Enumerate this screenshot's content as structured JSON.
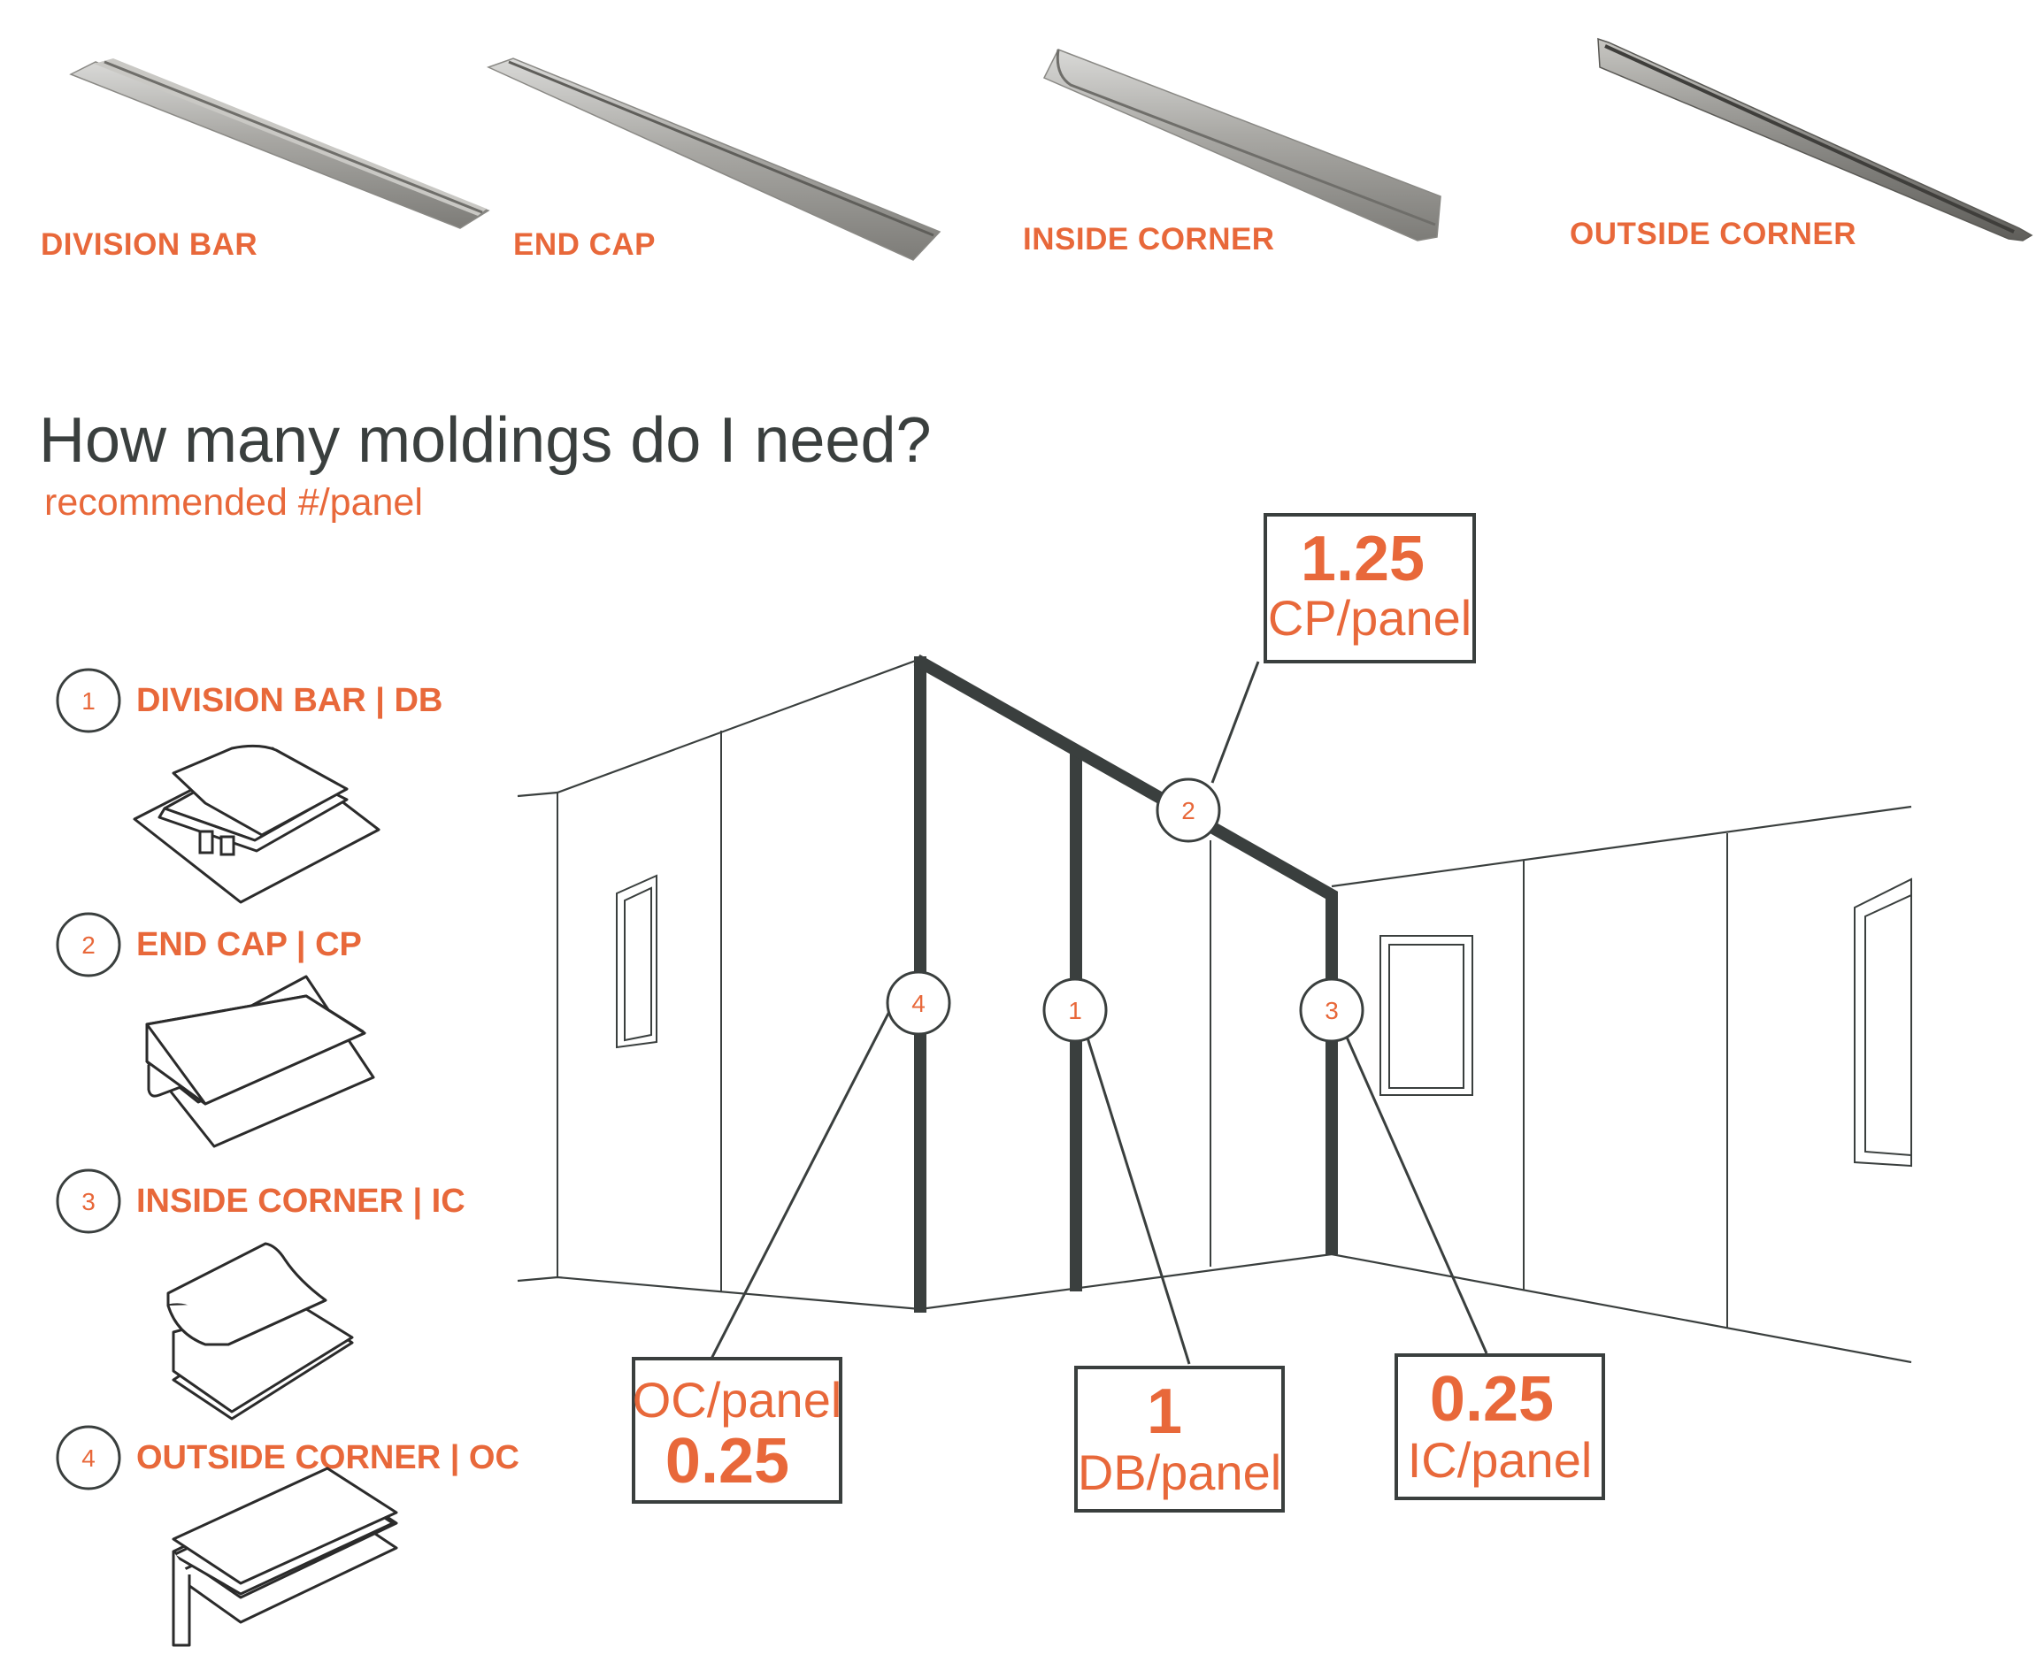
{
  "products": [
    {
      "id": "division-bar",
      "label": "DIVISION BAR"
    },
    {
      "id": "end-cap",
      "label": "END CAP"
    },
    {
      "id": "inside-corner",
      "label": "INSIDE CORNER"
    },
    {
      "id": "outside-corner",
      "label": "OUTSIDE CORNER"
    }
  ],
  "heading": "How many moldings do I need?",
  "subheading": "recommended #/panel",
  "legend": [
    {
      "num": "1",
      "label": "DIVISION BAR | DB"
    },
    {
      "num": "2",
      "label": "END CAP | CP"
    },
    {
      "num": "3",
      "label": "INSIDE CORNER | IC"
    },
    {
      "num": "4",
      "label": "OUTSIDE CORNER | OC"
    }
  ],
  "markers": {
    "m1": "1",
    "m2": "2",
    "m3": "3",
    "m4": "4"
  },
  "callouts": {
    "cp": {
      "value": "1.25",
      "unit": "CP/panel"
    },
    "oc": {
      "unit": "OC/panel",
      "value": "0.25"
    },
    "db": {
      "value": "1",
      "unit": "DB/panel"
    },
    "ic": {
      "value": "0.25",
      "unit": "IC/panel"
    }
  },
  "colors": {
    "accent": "#e8683a",
    "ink": "#3a3f3e"
  }
}
